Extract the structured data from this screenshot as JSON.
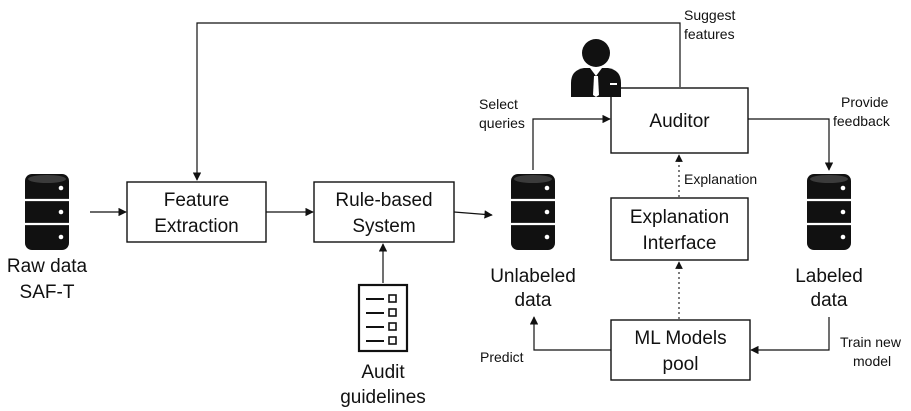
{
  "nodes": {
    "feature_extraction": [
      "Feature",
      "Extraction"
    ],
    "rule_based_system": [
      "Rule-based",
      "System"
    ],
    "auditor": "Auditor",
    "explanation_interface": [
      "Explanation",
      "Interface"
    ],
    "ml_models_pool": [
      "ML Models",
      "pool"
    ]
  },
  "stores": {
    "raw_data": [
      "Raw data",
      "SAF-T"
    ],
    "unlabeled_data": [
      "Unlabeled",
      "data"
    ],
    "labeled_data": [
      "Labeled",
      "data"
    ]
  },
  "documents": {
    "audit_guidelines": [
      "Audit",
      "guidelines"
    ]
  },
  "edge_labels": {
    "suggest_features": [
      "Suggest",
      "features"
    ],
    "select_queries": [
      "Select",
      "queries"
    ],
    "provide_feedback": [
      "Provide",
      "feedback"
    ],
    "explanation": "Explanation",
    "predict": "Predict",
    "train_new_model": [
      "Train new",
      "model"
    ]
  },
  "icons": {
    "database": "database-icon",
    "person": "auditor-person-icon",
    "document": "checklist-document-icon"
  }
}
